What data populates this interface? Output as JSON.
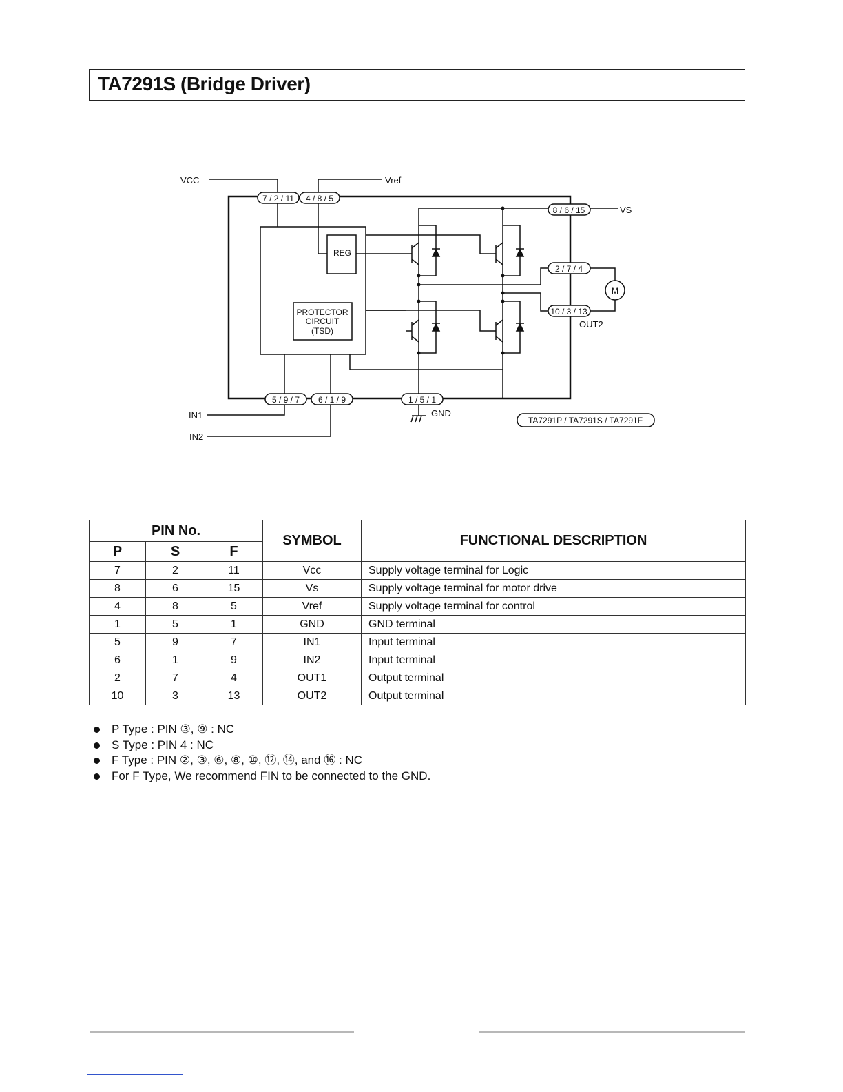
{
  "header": {
    "title": "TA7291S (Bridge Driver)"
  },
  "diagram": {
    "labels": {
      "vcc": "VCC",
      "vref": "Vref",
      "vs": "VS",
      "in1": "IN1",
      "in2": "IN2",
      "gnd": "GND",
      "out2": "OUT2",
      "reg": "REG",
      "protector_line1": "PROTECTOR",
      "protector_line2": "CIRCUIT",
      "protector_line3": "(TSD)",
      "motor": "M",
      "part_numbers": "TA7291P / TA7291S / TA7291F"
    },
    "pin_tags": {
      "vcc": "7 / 2 / 11",
      "vref": "4 / 8 / 5",
      "vs": "8 / 6 / 15",
      "out1": "2 / 7 / 4",
      "out2": "10 / 3 / 13",
      "in1": "5 / 9 / 7",
      "in2": "6 / 1 / 9",
      "gnd": "1 / 5 / 1"
    }
  },
  "pin_table": {
    "headers": {
      "pin_no": "PIN No.",
      "p": "P",
      "s": "S",
      "f": "F",
      "symbol": "SYMBOL",
      "description": "FUNCTIONAL DESCRIPTION"
    },
    "rows": [
      {
        "p": "7",
        "s": "2",
        "f": "11",
        "symbol": "Vcc",
        "description": "Supply voltage terminal for Logic"
      },
      {
        "p": "8",
        "s": "6",
        "f": "15",
        "symbol": "Vs",
        "description": "Supply voltage terminal for motor drive"
      },
      {
        "p": "4",
        "s": "8",
        "f": "5",
        "symbol": "Vref",
        "description": "Supply voltage terminal for control"
      },
      {
        "p": "1",
        "s": "5",
        "f": "1",
        "symbol": "GND",
        "description": "GND terminal"
      },
      {
        "p": "5",
        "s": "9",
        "f": "7",
        "symbol": "IN1",
        "description": "Input terminal"
      },
      {
        "p": "6",
        "s": "1",
        "f": "9",
        "symbol": "IN2",
        "description": "Input terminal"
      },
      {
        "p": "2",
        "s": "7",
        "f": "4",
        "symbol": "OUT1",
        "description": "Output terminal"
      },
      {
        "p": "10",
        "s": "3",
        "f": "13",
        "symbol": "OUT2",
        "description": "Output terminal"
      }
    ]
  },
  "notes": [
    "P Type : PIN ③, ⑨ : NC",
    "S Type : PIN 4 : NC",
    "F Type : PIN ②, ③, ⑥, ⑧, ⑩, ⑫, ⑭, and ⑯ : NC",
    "For F Type, We recommend FIN to be connected to the GND."
  ]
}
